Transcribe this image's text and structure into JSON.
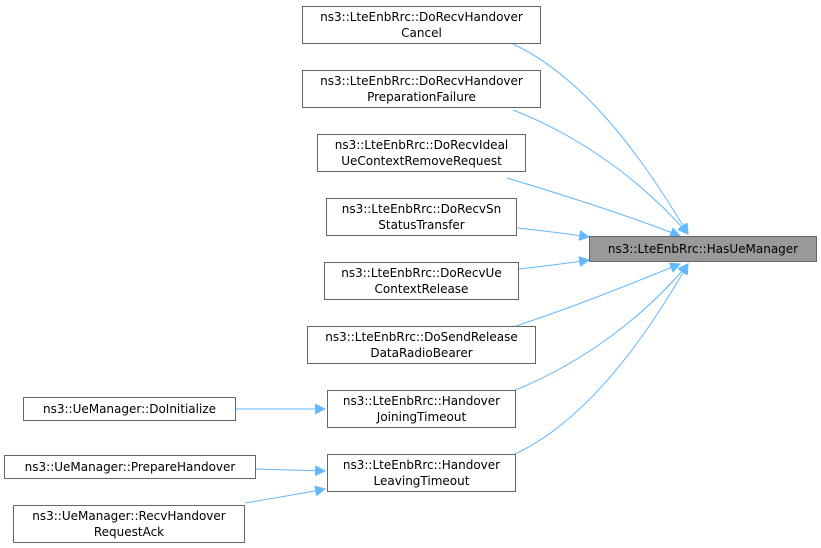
{
  "center": {
    "label": "ns3::LteEnbRrc::HasUeManager"
  },
  "callers": [
    {
      "line1": "ns3::LteEnbRrc::DoRecvHandover",
      "line2": "Cancel"
    },
    {
      "line1": "ns3::LteEnbRrc::DoRecvHandover",
      "line2": "PreparationFailure"
    },
    {
      "line1": "ns3::LteEnbRrc::DoRecvIdeal",
      "line2": "UeContextRemoveRequest"
    },
    {
      "line1": "ns3::LteEnbRrc::DoRecvSn",
      "line2": "StatusTransfer"
    },
    {
      "line1": "ns3::LteEnbRrc::DoRecvUe",
      "line2": "ContextRelease"
    },
    {
      "line1": "ns3::LteEnbRrc::DoSendRelease",
      "line2": "DataRadioBearer"
    },
    {
      "line1": "ns3::LteEnbRrc::Handover",
      "line2": "JoiningTimeout"
    },
    {
      "line1": "ns3::LteEnbRrc::Handover",
      "line2": "LeavingTimeout"
    }
  ],
  "second_level": [
    {
      "line1": "ns3::UeManager::DoInitialize"
    },
    {
      "line1": "ns3::UeManager::PrepareHandover"
    },
    {
      "line1": "ns3::UeManager::RecvHandover",
      "line2": "RequestAck"
    }
  ],
  "colors": {
    "edge": "#63b8ff",
    "node_border": "#666666",
    "center_fill": "#999999"
  }
}
